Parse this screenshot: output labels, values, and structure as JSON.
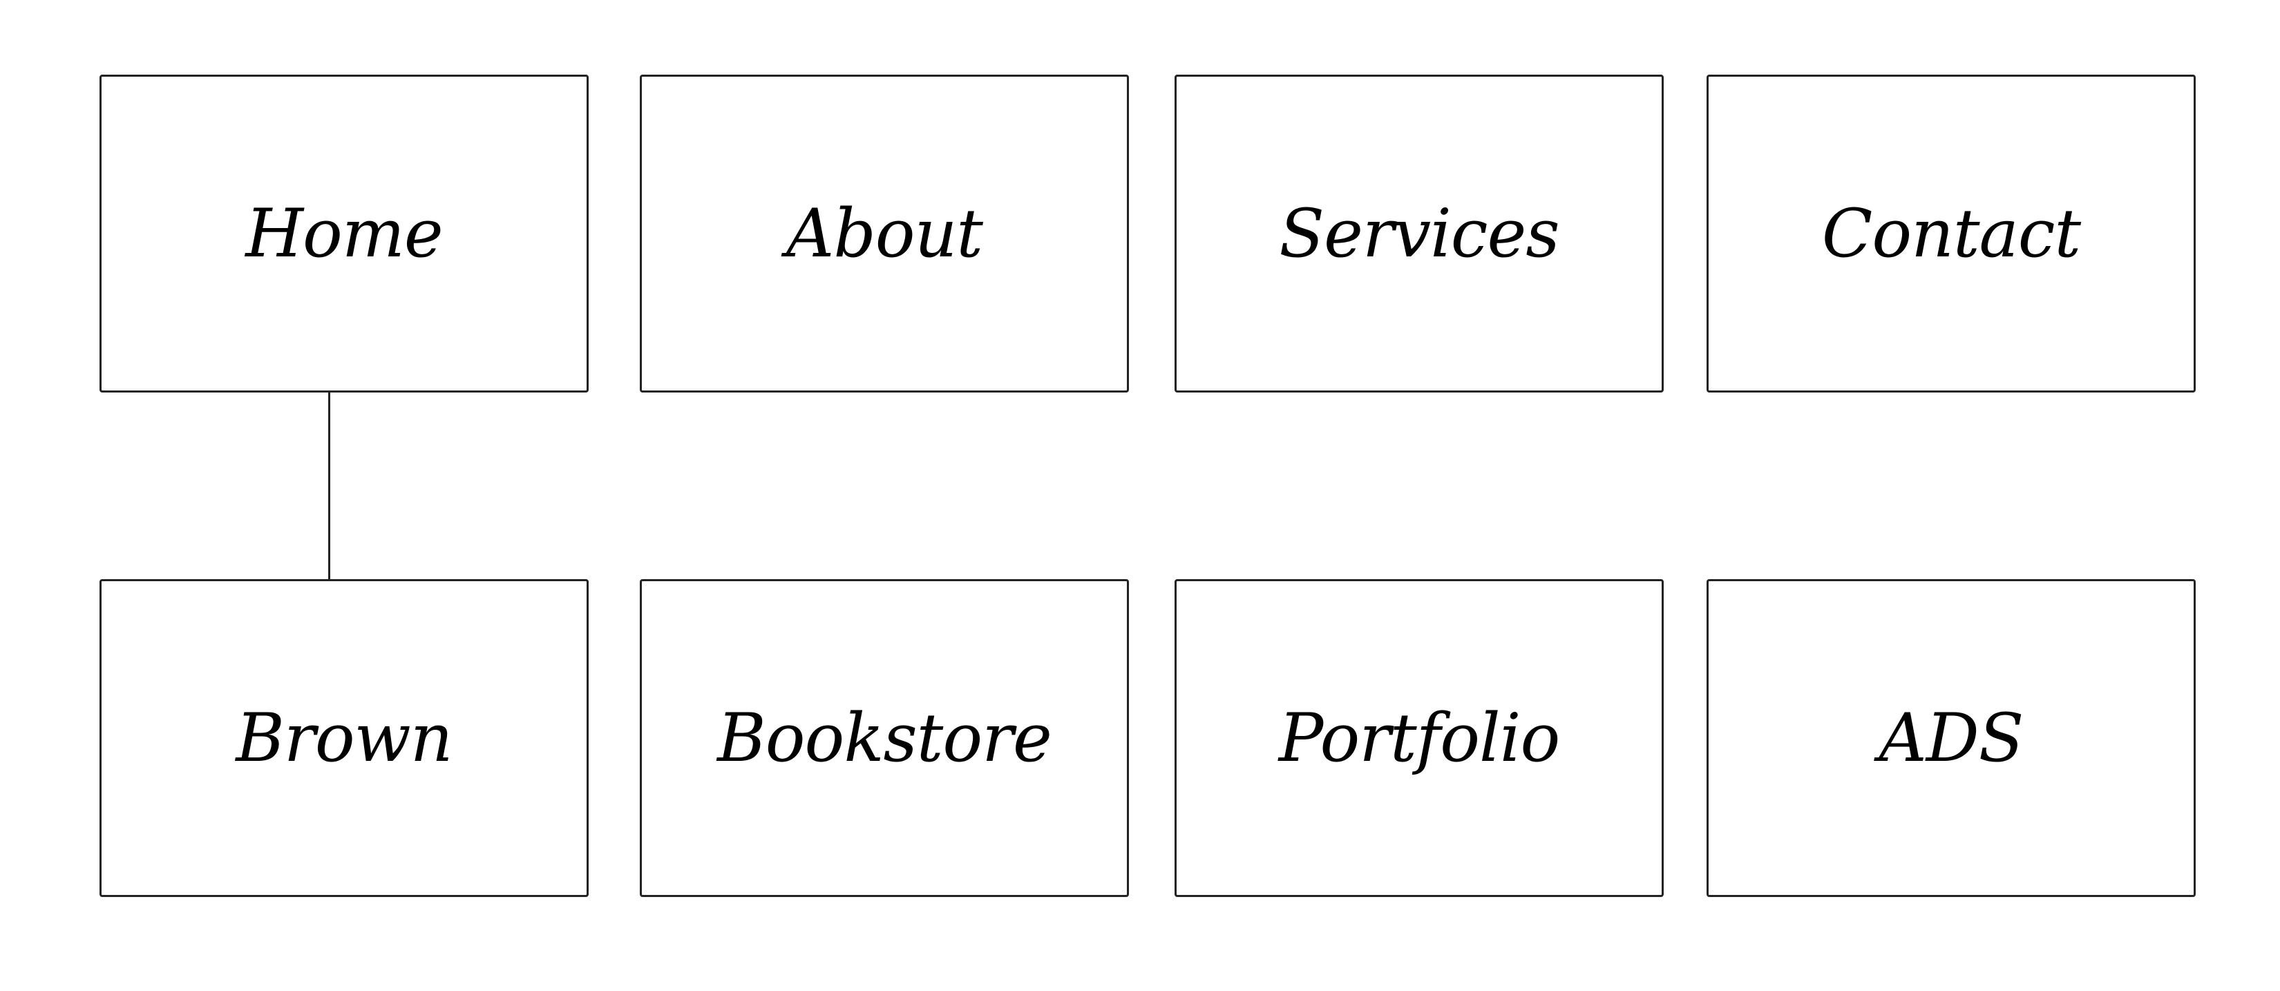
{
  "diagram": {
    "nodes": [
      {
        "id": "home",
        "label": "Home"
      },
      {
        "id": "about",
        "label": "About"
      },
      {
        "id": "services",
        "label": "Services"
      },
      {
        "id": "contact",
        "label": "Contact"
      },
      {
        "id": "brown",
        "label": "Brown"
      },
      {
        "id": "bookstore",
        "label": "Bookstore"
      },
      {
        "id": "portfolio",
        "label": "Portfolio"
      },
      {
        "id": "ads",
        "label": "ADS"
      }
    ],
    "edges": [
      {
        "from": "home",
        "to": "brown"
      }
    ],
    "colors": {
      "border": "#222222",
      "text": "#000000",
      "background": "#ffffff"
    }
  }
}
